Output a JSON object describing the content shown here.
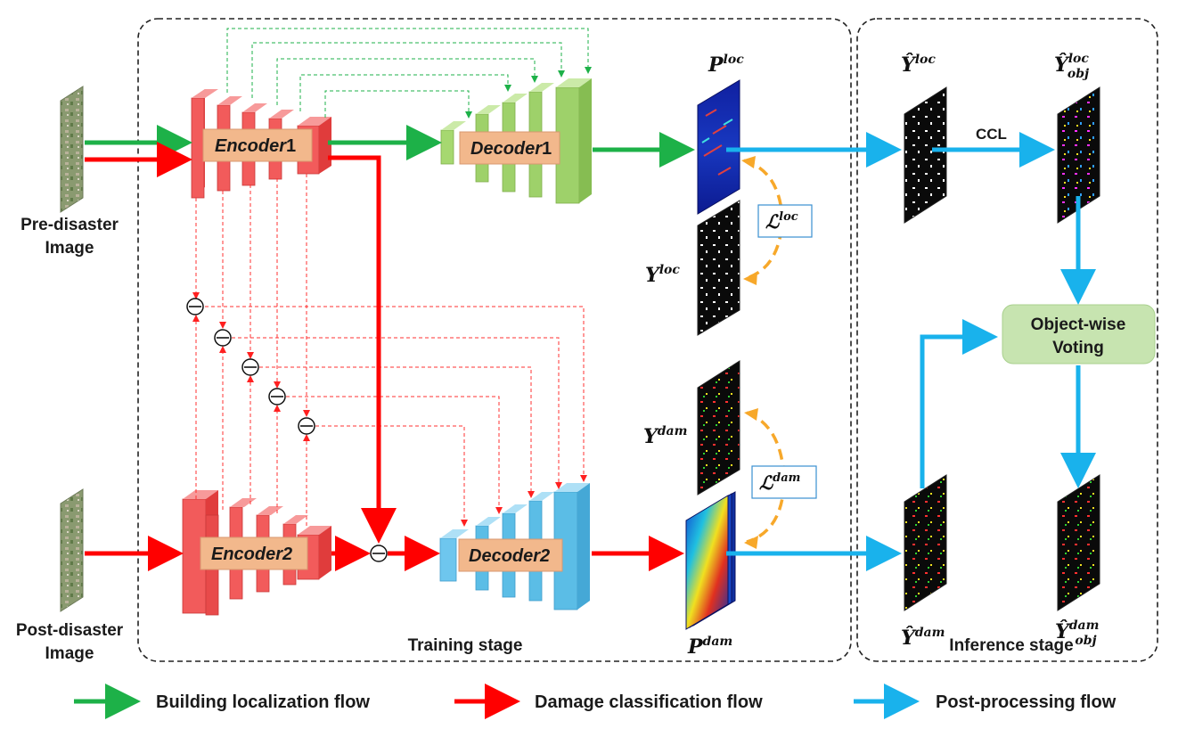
{
  "inputs": {
    "pre_label_line1": "Pre-disaster",
    "pre_label_line2": "Image",
    "post_label_line1": "Post-disaster",
    "post_label_line2": "Image"
  },
  "modules": {
    "encoder1_name": "Encoder",
    "encoder1_num": "1",
    "encoder2_name": "Encoder2",
    "decoder1_name": "Decoder",
    "decoder1_num": "1",
    "decoder2_name": "Decoder2",
    "voting_line1": "Object-wise",
    "voting_line2": "Voting"
  },
  "stages": {
    "training": "Training stage",
    "inference": "Inference stage"
  },
  "maps": {
    "p_loc": {
      "base": "P",
      "sup": "loc"
    },
    "y_loc": {
      "base": "Y",
      "sup": "loc"
    },
    "y_dam": {
      "base": "Y",
      "sup": "dam"
    },
    "p_dam": {
      "base": "P",
      "sup": "dam"
    },
    "yhat_loc": {
      "base": "Ŷ",
      "sup": "loc"
    },
    "yhat_loc_obj": {
      "base": "Ŷ",
      "sup": "loc",
      "sub": "obj"
    },
    "yhat_dam": {
      "base": "Ŷ",
      "sup": "dam"
    },
    "yhat_dam_obj": {
      "base": "Ŷ",
      "sup": "dam",
      "sub": "obj"
    }
  },
  "losses": {
    "loc": {
      "base": "ℒ",
      "sup": "loc"
    },
    "dam": {
      "base": "ℒ",
      "sup": "dam"
    }
  },
  "ops": {
    "ccl": "CCL",
    "minus": "⊖"
  },
  "legend": [
    {
      "label": "Building localization flow",
      "color": "#1db148"
    },
    {
      "label": "Damage classification flow",
      "color": "#ff0000"
    },
    {
      "label": "Post-processing flow",
      "color": "#19b2ec"
    }
  ],
  "colors": {
    "encoder": "#f25b5b",
    "decoder1": "#9ed16a",
    "decoder2": "#5bbde6",
    "label_box": "#f2b88c",
    "voting_box": "#c7e4b0",
    "loss_arrow": "#f7a82a"
  }
}
